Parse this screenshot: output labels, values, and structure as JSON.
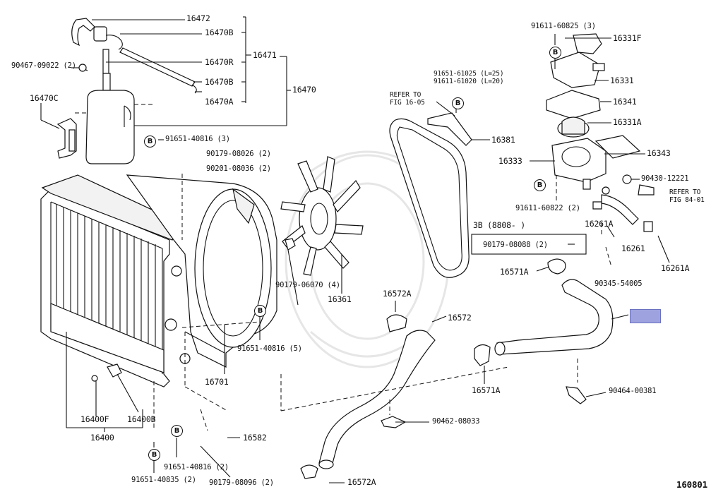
{
  "diagram": {
    "page_code": "160801",
    "ref_mark": "B",
    "labels": {
      "p16472": "16472",
      "p16470B": "16470B",
      "p16471": "16471",
      "p90467": "90467-09022 (2)",
      "p16470R": "16470R",
      "p16470": "16470",
      "p16470Btop": "16470B",
      "p16470A": "16470A",
      "p16470C": "16470C",
      "p91651_40816_3": "91651-40816 (3)",
      "p90179_08026": "90179-08026 (2)",
      "p90201_08036": "90201-08036 (2)",
      "refer1_line1": "REFER TO",
      "refer1_line2": "FIG 16-05",
      "p91651_61025": "91651-61025 (L=25)",
      "p91611_61020": "91611-61020 (L=20)",
      "p16381": "16381",
      "p91611_60825": "91611-60825 (3)",
      "p16331F": "16331F",
      "p16331": "16331",
      "p16341": "16341",
      "p16331A": "16331A",
      "p16343": "16343",
      "p16333": "16333",
      "p90430": "90430-12221",
      "refer2_line1": "REFER TO",
      "refer2_line2": "FIG 84-01",
      "p91611_60822": "91611-60822 (2)",
      "p16261A_1": "16261A",
      "p3B": "3B (8808-       )",
      "p90179_08088": "90179-08088 (2)",
      "p16261": "16261",
      "p16261A_2": "16261A",
      "p16571A_1": "16571A",
      "p90345": "90345-54005",
      "p90179_06070": "90179-06070 (4)",
      "p16361": "16361",
      "p16572A_1": "16572A",
      "p16572": "16572",
      "p91651_40816_5": "91651-40816 (5)",
      "p16701": "16701",
      "p16571A_2": "16571A",
      "p90464": "90464-00381",
      "p16400F": "16400F",
      "p16400B": "16400B",
      "p16400": "16400",
      "p90462": "90462-08033",
      "p16582": "16582",
      "p91651_40816_2": "91651-40816 (2)",
      "p91651_40835": "91651-40835 (2)",
      "p90179_08096": "90179-08096 (2)",
      "p16572A_2": "16572A"
    }
  },
  "colors": {
    "line": "#111111",
    "highlight": "#9ea3e0",
    "background": "#ffffff"
  }
}
